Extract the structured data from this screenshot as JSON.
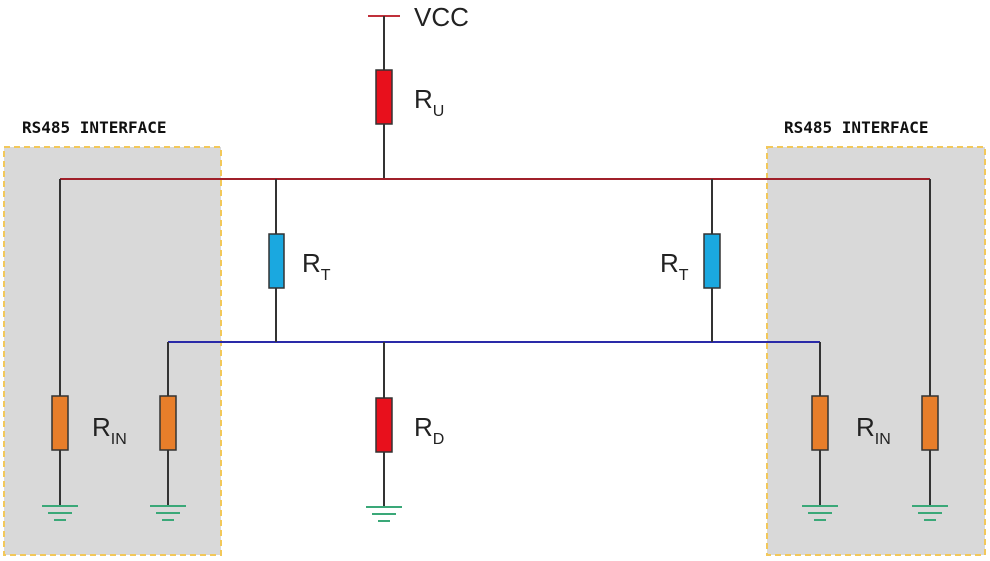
{
  "supply": {
    "label": "VCC"
  },
  "interfaces": {
    "left": {
      "label": "RS485 INTERFACE"
    },
    "right": {
      "label": "RS485 INTERFACE"
    }
  },
  "resistors": {
    "pullup": {
      "letter": "R",
      "subscript": "U"
    },
    "term_left": {
      "letter": "R",
      "subscript": "T"
    },
    "term_right": {
      "letter": "R",
      "subscript": "T"
    },
    "pulldown": {
      "letter": "R",
      "subscript": "D"
    },
    "input_left": {
      "letter": "R",
      "subscript": "IN"
    },
    "input_right": {
      "letter": "R",
      "subscript": "IN"
    }
  },
  "colors": {
    "line_a": "#a0202a",
    "line_b": "#2a2aa8",
    "neutral_wire": "#333333",
    "pull_resistor": "#e8101c",
    "termination_resistor": "#1aa8e0",
    "input_resistor": "#e87e2a",
    "ground": "#3aa878",
    "interface_fill": "#d9d9d9",
    "interface_border": "#f2c85a"
  }
}
